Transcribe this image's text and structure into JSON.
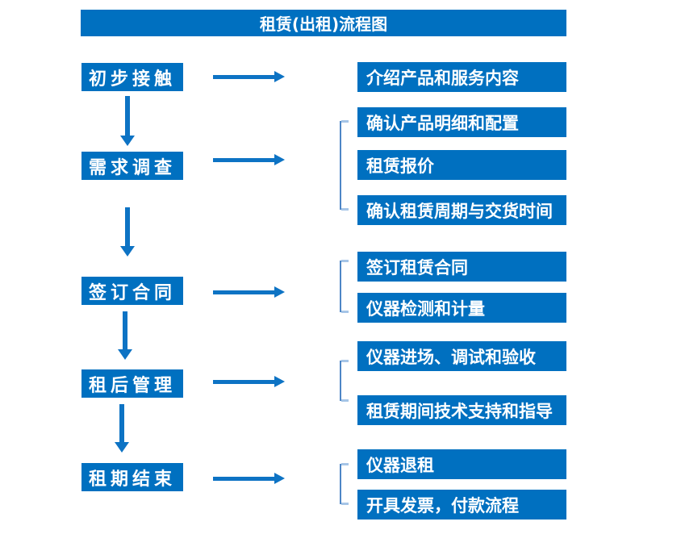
{
  "title": "租赁(出租)流程图",
  "stages": [
    {
      "label": "初步接触",
      "details": [
        "介绍产品和服务内容"
      ]
    },
    {
      "label": "需求调查",
      "details": [
        "确认产品明细和配置",
        "租赁报价",
        "确认租赁周期与交货时间"
      ]
    },
    {
      "label": "签订合同",
      "details": [
        "签订租赁合同",
        "仪器检测和计量"
      ]
    },
    {
      "label": "租后管理",
      "details": [
        "仪器进场、调试和验收",
        "租赁期间技术支持和指导"
      ]
    },
    {
      "label": "租期结束",
      "details": [
        "仪器退租",
        "开具发票，付款流程"
      ]
    }
  ],
  "colors": {
    "box_blue": "#0070C0",
    "arrow_blue": "#0D73C4",
    "bracket_line": "#4E86C6",
    "bracket_tip": "#A6C5E7",
    "text_white": "#FFFFFF",
    "bg": "#FFFFFF"
  }
}
